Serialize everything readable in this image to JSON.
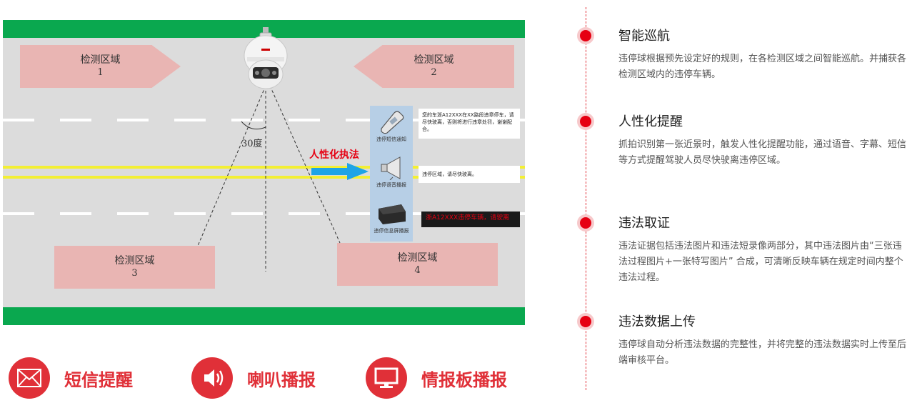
{
  "zones": [
    {
      "name": "检测区域",
      "num": "1"
    },
    {
      "name": "检测区域",
      "num": "2"
    },
    {
      "name": "检测区域",
      "num": "3"
    },
    {
      "name": "检测区域",
      "num": "4"
    }
  ],
  "angle_label": "30度",
  "enforcement_label": "人性化执法",
  "devices": [
    {
      "label": "违停短信通知",
      "message": "您的车浙A12XXX在XX路段违章停车，请尽快驶离，否则将进行违章处罚，谢谢配合。",
      "icon": "phone-icon"
    },
    {
      "label": "违停语音播报",
      "message": "违停区域，请尽快驶离。",
      "icon": "speaker-icon"
    },
    {
      "label": "违停信息屏播报",
      "message": "浙A12XXX违停车辆，请驶离",
      "icon": "display-box-icon"
    }
  ],
  "legend": [
    {
      "label": "短信提醒",
      "icon": "envelope-icon"
    },
    {
      "label": "喇叭播报",
      "icon": "speaker-icon"
    },
    {
      "label": "情报板播报",
      "icon": "monitor-icon"
    }
  ],
  "features": [
    {
      "title": "智能巡航",
      "desc": "违停球根据预先设定好的规则，在各检测区域之间智能巡航。并捕获各检测区域内的违停车辆。"
    },
    {
      "title": "人性化提醒",
      "desc": "抓拍识别第一张近景时，触发人性化提醒功能，通过语音、字幕、短信等方式提醒驾驶人员尽快驶离违停区域。"
    },
    {
      "title": "违法取证",
      "desc": "违法证据包括违法图片和违法短录像两部分，其中违法图片由“三张违法过程图片+一张特写图片” 合成，可清晰反映车辆在规定时间内整个违法过程。"
    },
    {
      "title": "违法数据上传",
      "desc": "违停球自动分析违法数据的完整性，并将完整的违法数据实时上传至后端审核平台。"
    }
  ],
  "colors": {
    "accent": "#e03038",
    "road": "#dcdcdc",
    "green": "#0aa84f",
    "zone": "#e9b5b3",
    "lane_yellow": "#f3ef33",
    "arrow_blue": "#1ea4e6"
  }
}
